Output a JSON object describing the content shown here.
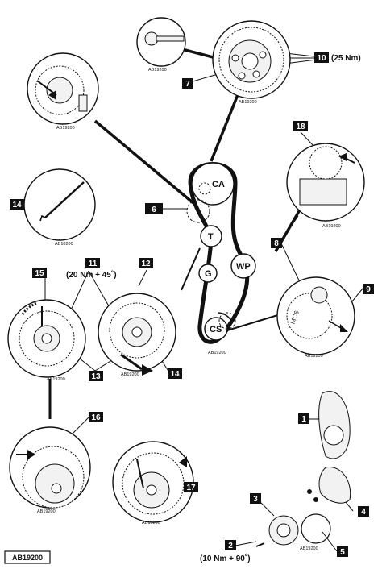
{
  "callouts": {
    "c1": "1",
    "c2": "2",
    "c3": "3",
    "c4": "4",
    "c5": "5",
    "c6": "6",
    "c7": "7",
    "c8": "8",
    "c9": "9",
    "c10": "10",
    "c11": "11",
    "c12": "12",
    "c13": "13",
    "c14a": "14",
    "c14b": "14",
    "c15": "15",
    "c16": "16",
    "c17": "17",
    "c18": "18"
  },
  "torques": {
    "t10": "(25 Nm)",
    "t11": "(20 Nm + 45˚)",
    "t2": "(10 Nm + 90˚)"
  },
  "pulleys": {
    "ca": "CA",
    "t": "T",
    "g": "G",
    "wp": "WP",
    "cs": "CS"
  },
  "marks": {
    "mc6": "MC6"
  },
  "codes": {
    "top_pin": "AB19200",
    "camshaft": "AB19200",
    "top_left": "AB19200",
    "tool": "AB10200",
    "r18": "AB19200",
    "r9": "AB19200",
    "belt": "AB19200",
    "mid1": "AB19200",
    "mid2": "AB19200",
    "bl1": "AB19200",
    "bl2": "AB19200",
    "br": "AB19200"
  },
  "figure_id": "AB19200",
  "colors": {
    "ink": "#111111",
    "callout_bg": "#111111",
    "callout_text": "#ffffff",
    "paper": "#ffffff"
  }
}
